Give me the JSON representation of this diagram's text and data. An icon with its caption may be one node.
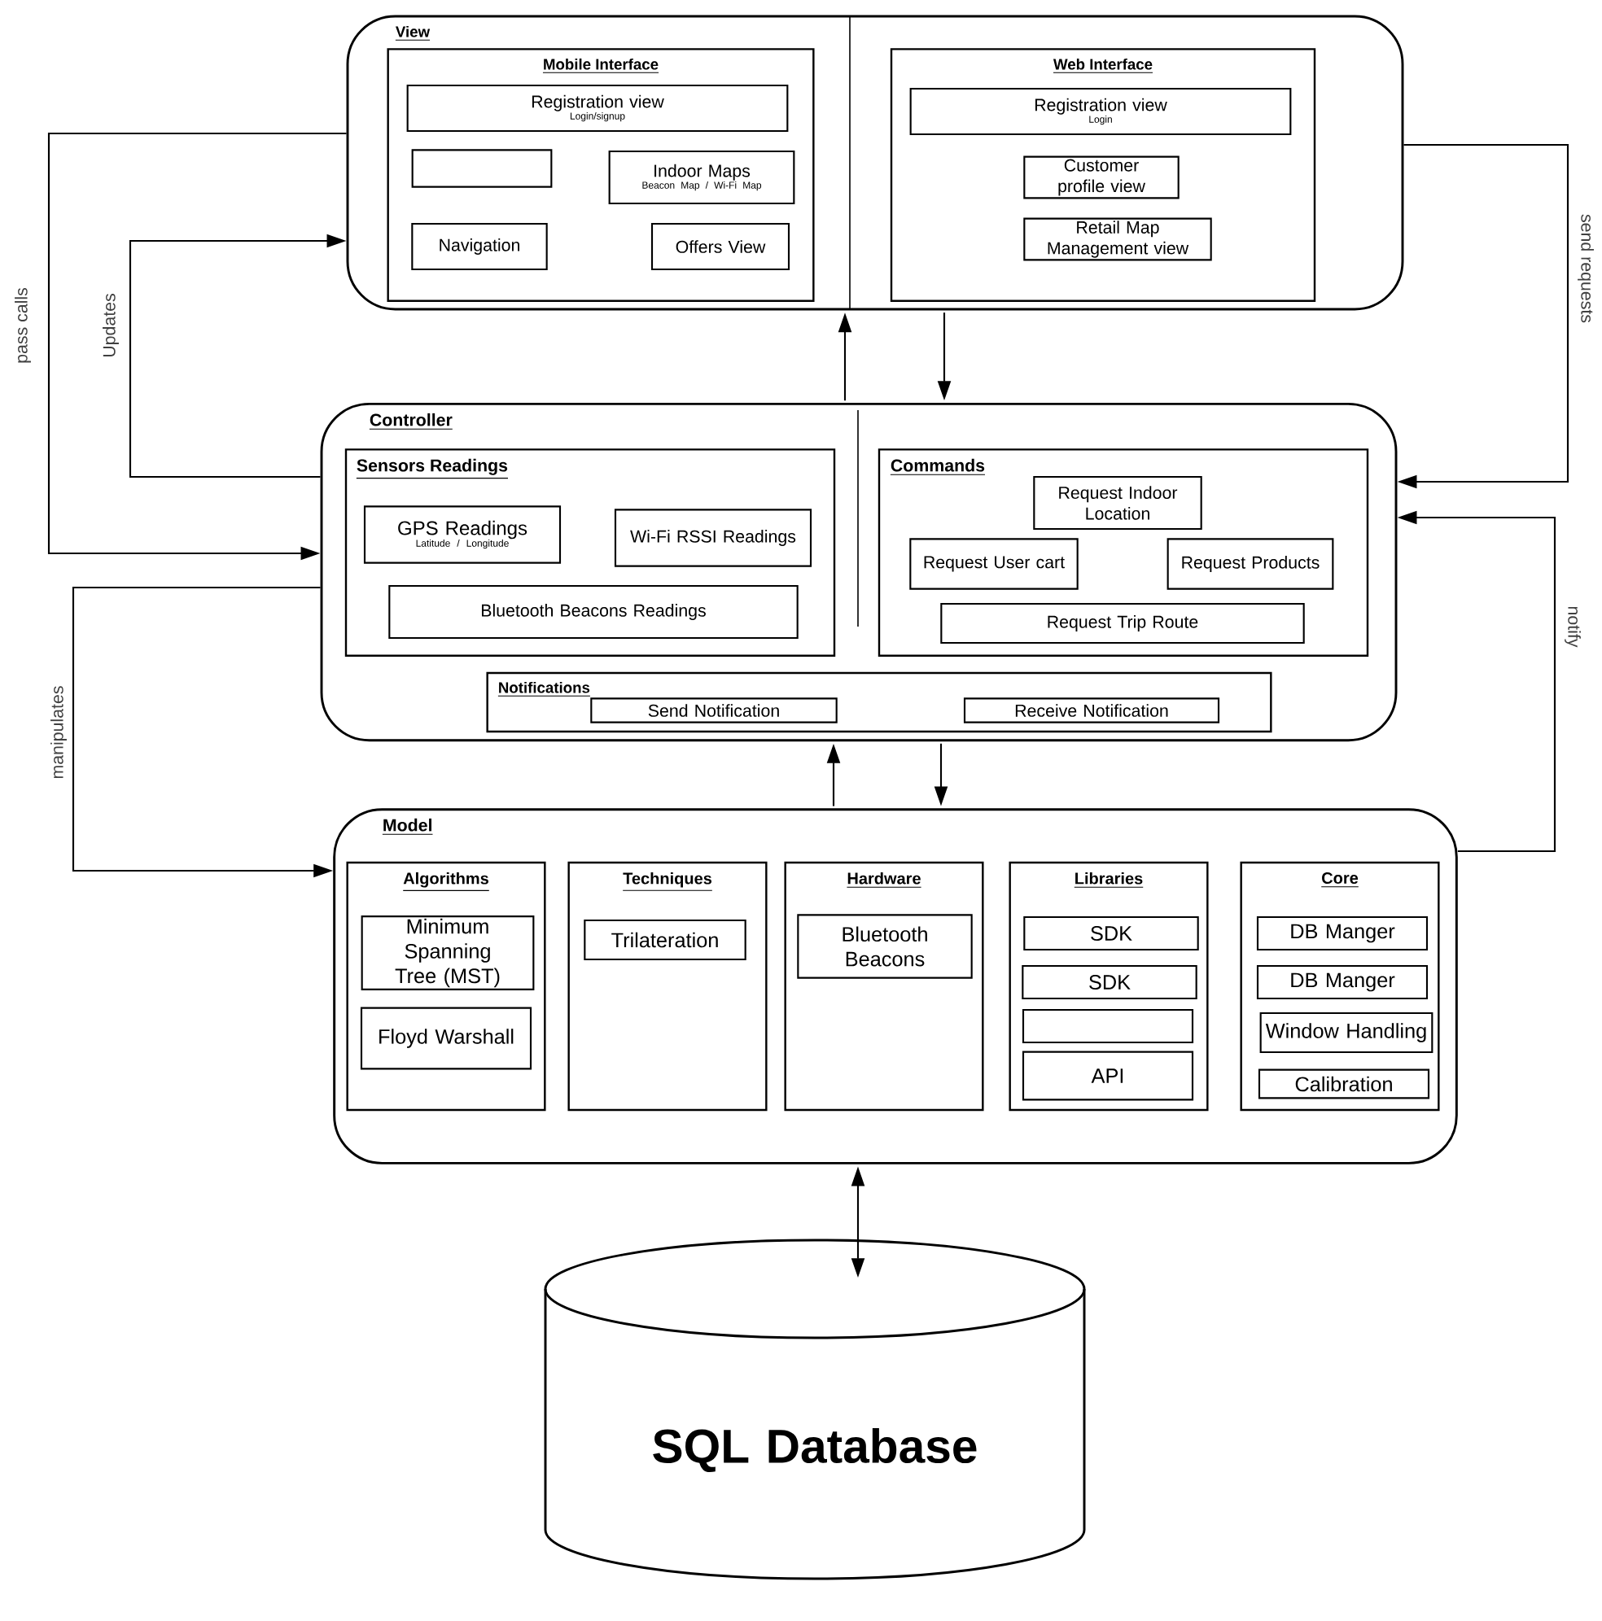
{
  "diagram": {
    "nodes": [
      {
        "text": [
          "View"
        ]
      },
      {
        "text": [
          "Mobile Interface"
        ],
        "in": 0
      },
      {
        "text": [
          "Registration view",
          "Login/signup"
        ],
        "in": 1
      },
      {
        "text": [],
        "shape": "box",
        "in": 1
      },
      {
        "text": [
          "Indoor Maps",
          "Beacon Map / Wi-Fi Map"
        ],
        "in": 1
      },
      {
        "text": [
          "Navigation"
        ],
        "in": 1
      },
      {
        "text": [
          "Offers View"
        ],
        "in": 1
      },
      {
        "text": [
          "Web Interface"
        ],
        "in": 0
      },
      {
        "text": [
          "Registration view",
          "Login"
        ],
        "in": 7
      },
      {
        "text": [
          "Customer profile view"
        ],
        "in": 7
      },
      {
        "text": [
          "Retail Map Management view"
        ],
        "in": 7
      },
      {
        "text": [
          "Controller"
        ]
      },
      {
        "text": [
          "Sensors Readings"
        ],
        "in": 11
      },
      {
        "text": [
          "GPS Readings",
          "Latitude / Longitude"
        ],
        "in": 12
      },
      {
        "text": [
          "Wi-Fi RSSI Readings"
        ],
        "in": 12
      },
      {
        "text": [
          "Bluetooth Beacons Readings"
        ],
        "in": 12
      },
      {
        "text": [
          "Commands"
        ],
        "in": 11
      },
      {
        "text": [
          "Request Indoor Location"
        ],
        "in": 16
      },
      {
        "text": [
          "Request User cart"
        ],
        "in": 16
      },
      {
        "text": [
          "Request Products"
        ],
        "in": 16
      },
      {
        "text": [
          "Request Trip Route"
        ],
        "in": 16
      },
      {
        "text": [
          "Notifications"
        ],
        "in": 11
      },
      {
        "text": [
          "Send Notification"
        ],
        "in": 21
      },
      {
        "text": [
          "Receive Notification"
        ],
        "in": 21
      },
      {
        "text": [
          "Model"
        ]
      },
      {
        "text": [
          "Algorithms"
        ],
        "in": 24
      },
      {
        "text": [
          "Minimum Spanning Tree (MST)"
        ],
        "in": 25
      },
      {
        "text": [
          "Floyd Warshall"
        ],
        "in": 25
      },
      {
        "text": [
          "Techniques"
        ],
        "in": 24
      },
      {
        "text": [
          "Trilateration"
        ],
        "in": 28
      },
      {
        "text": [
          "Hardware"
        ],
        "in": 24
      },
      {
        "text": [
          "Bluetooth Beacons"
        ],
        "in": 30
      },
      {
        "text": [
          "Libraries"
        ],
        "in": 24
      },
      {
        "text": [
          "SDK"
        ],
        "in": 32
      },
      {
        "text": [
          "SDK"
        ],
        "in": 32
      },
      {
        "text": [],
        "shape": "box",
        "in": 32
      },
      {
        "text": [
          "API"
        ],
        "in": 32
      },
      {
        "text": [
          "Core"
        ],
        "in": 24
      },
      {
        "text": [
          "DB Manger"
        ],
        "in": 37
      },
      {
        "text": [
          "DB Manger"
        ],
        "in": 37
      },
      {
        "text": [
          "Window Handling"
        ],
        "in": 37
      },
      {
        "text": [
          "Calibration"
        ],
        "in": 37
      },
      {
        "text": [
          "SQL Database"
        ]
      }
    ],
    "edges": [
      {
        "from": 0,
        "to": 11,
        "arrow": "to",
        "label": "pass calls"
      },
      {
        "from": 11,
        "to": 0,
        "arrow": "to",
        "label": "Updates"
      },
      {
        "from": 11,
        "to": 24,
        "arrow": "to",
        "label": "manipulates"
      },
      {
        "from": 0,
        "to": 11,
        "arrow": "to",
        "label": "send requests"
      },
      {
        "from": 24,
        "to": 11,
        "arrow": "to",
        "label": "notify"
      },
      {
        "from": 11,
        "to": 0,
        "arrow": "to"
      },
      {
        "from": 0,
        "to": 11,
        "arrow": "to"
      },
      {
        "from": 24,
        "to": 11,
        "arrow": "to"
      },
      {
        "from": 11,
        "to": 24,
        "arrow": "to"
      },
      {
        "from": 24,
        "to": 42,
        "arrow": "both"
      }
    ]
  }
}
